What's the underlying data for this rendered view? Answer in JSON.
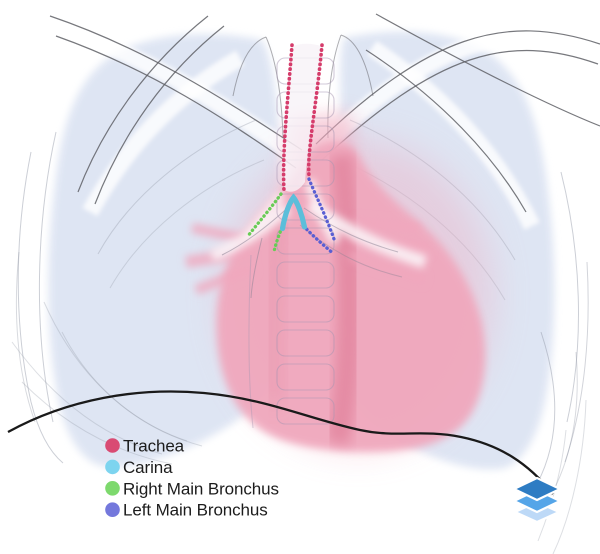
{
  "figure": {
    "background_color": "#ffffff",
    "lung_color": "#dde4f3",
    "heart_color": "#f0a8bd",
    "heart_inner_color": "#e2849e",
    "hilum_light_color": "#fbf3f7",
    "bone_line_color": "#5f6066",
    "rib_line_color": "#8f94a3",
    "vertebra_line_color": "#a596b2",
    "diaphragm_color": "#1a1a1a",
    "trachea_line_color": "#d53c6b",
    "carina_line_color": "#5cbeda",
    "right_main_bronchus_line_color": "#68cc55",
    "left_main_bronchus_line_color": "#5a5fd3",
    "air_column_color": "#f8f3f7"
  },
  "legend": {
    "text_color": "#1c1c1c",
    "items": [
      {
        "label": "Trachea",
        "color": "#d94b73"
      },
      {
        "label": "Carina",
        "color": "#7dd4ef"
      },
      {
        "label": "Right Main Bronchus",
        "color": "#7dd96d"
      },
      {
        "label": "Left Main Bronchus",
        "color": "#7478dc"
      }
    ]
  },
  "branding": {
    "layers_icon": {
      "top_color": "#2e7cc3",
      "middle_color": "#55a5e8",
      "bottom_color": "#bdd9f7"
    }
  }
}
